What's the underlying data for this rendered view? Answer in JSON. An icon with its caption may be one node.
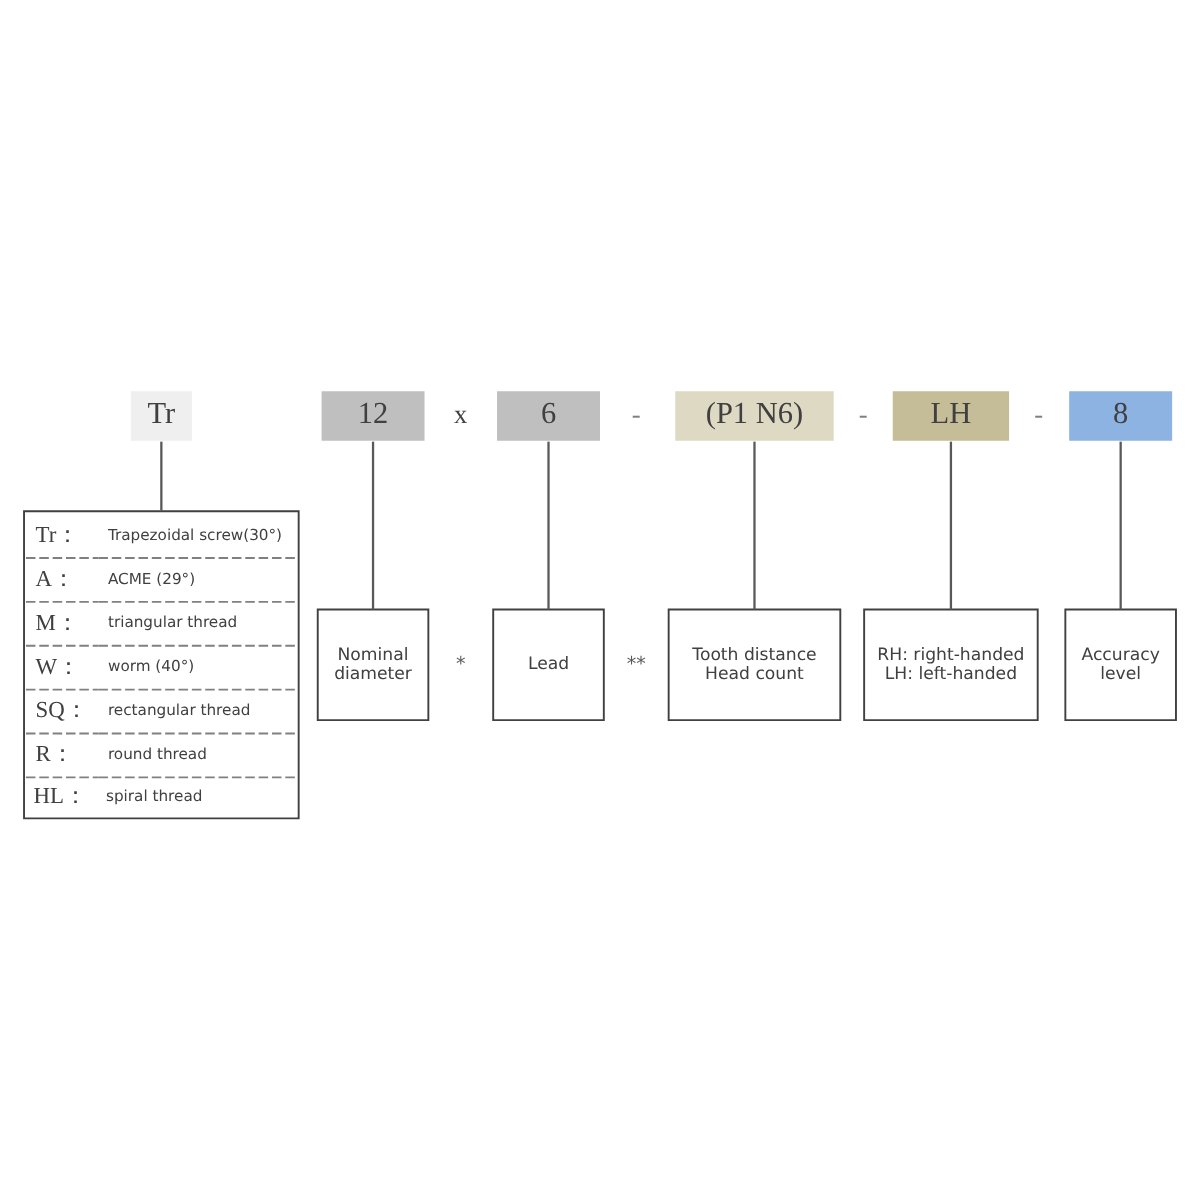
{
  "diagram": {
    "nodes": [
      {
        "text": [
          "Tr"
        ]
      },
      {
        "text": [
          "12"
        ]
      },
      {
        "text": [
          "6"
        ]
      },
      {
        "text": [
          "(P1 N6)"
        ]
      },
      {
        "text": [
          "LH"
        ]
      },
      {
        "text": [
          "8"
        ]
      },
      {
        "text": [
          "Tr：",
          "Trapezoidal screw(30°)",
          "A：",
          "ACME (29°)",
          "M：",
          "triangular thread",
          "W：",
          "worm (40°)",
          "SQ：",
          "rectangular thread",
          "R：",
          "round thread",
          "HL：",
          "spiral thread"
        ]
      },
      {
        "text": [
          "Nominal diameter"
        ]
      },
      {
        "text": [
          "Lead"
        ]
      },
      {
        "text": [
          "Tooth distance",
          "Head count"
        ]
      },
      {
        "text": [
          "RH: right-handed",
          "LH: left-handed"
        ]
      },
      {
        "text": [
          "Accuracy level"
        ]
      }
    ],
    "edges": [
      {
        "from": 0,
        "to": 6,
        "arrow": "none"
      },
      {
        "from": 1,
        "to": 7,
        "arrow": "none"
      },
      {
        "from": 2,
        "to": 8,
        "arrow": "none"
      },
      {
        "from": 3,
        "to": 9,
        "arrow": "none"
      },
      {
        "from": 4,
        "to": 10,
        "arrow": "none"
      },
      {
        "from": 5,
        "to": 11,
        "arrow": "none"
      }
    ],
    "labels": [
      "x",
      "-",
      "-",
      "-",
      "*",
      "**"
    ]
  }
}
